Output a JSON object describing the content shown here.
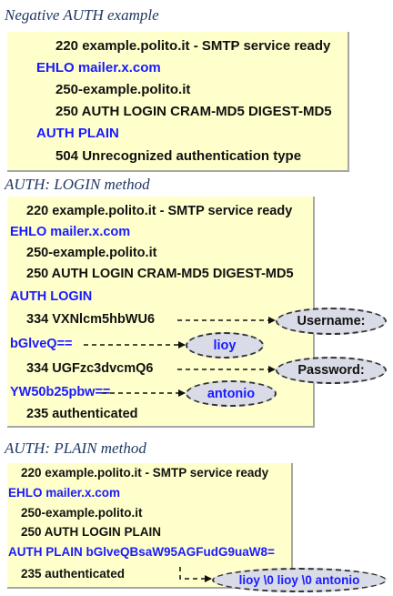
{
  "sections": [
    {
      "caption": "Negative AUTH example",
      "lines": [
        "220 example.polito.it - SMTP service ready",
        "EHLO mailer.x.com",
        "250-example.polito.it",
        "250 AUTH LOGIN CRAM-MD5 DIGEST-MD5",
        "AUTH PLAIN",
        "504 Unrecognized authentication type"
      ]
    },
    {
      "caption": "AUTH: LOGIN method",
      "lines": [
        "220 example.polito.it - SMTP service ready",
        "EHLO mailer.x.com",
        "250-example.polito.it",
        "250 AUTH LOGIN CRAM-MD5 DIGEST-MD5",
        "AUTH LOGIN",
        "334 VXNlcm5hbWU6",
        "bGlveQ==",
        "334 UGFzc3dvcmQ6",
        "YW50b25pbw==",
        "235 authenticated"
      ],
      "bubbles": [
        "Username:",
        "lioy",
        "Password:",
        "antonio"
      ]
    },
    {
      "caption": "AUTH: PLAIN method",
      "lines": [
        "220 example.polito.it - SMTP service ready",
        "EHLO mailer.x.com",
        "250-example.polito.it",
        "250 AUTH LOGIN PLAIN",
        "AUTH PLAIN bGlveQBsaW95AGFudG9uaW8=",
        "235 authenticated"
      ],
      "bubbles": [
        "lioy \\0 lioy \\0 antonio"
      ]
    }
  ],
  "colors": {
    "panel_bg": "#ffffcc",
    "server_text": "#111111",
    "client_text": "#1a1aff",
    "caption_text": "#1f3864",
    "bubble_fill": "#d9dce6"
  }
}
